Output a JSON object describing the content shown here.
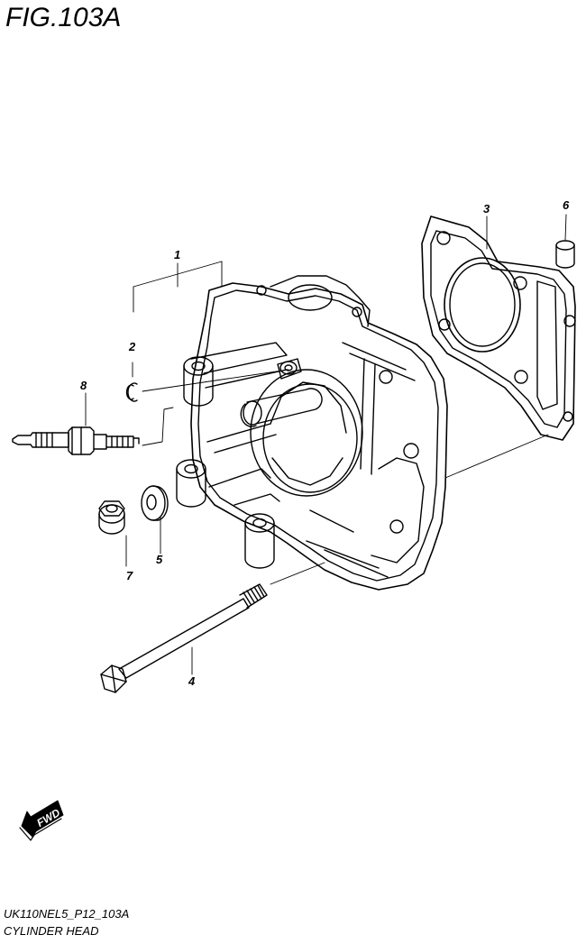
{
  "figure": {
    "title": "FIG.103A"
  },
  "callouts": [
    {
      "id": "part-1",
      "label": "1"
    },
    {
      "id": "part-2",
      "label": "2"
    },
    {
      "id": "part-3",
      "label": "3"
    },
    {
      "id": "part-4",
      "label": "4"
    },
    {
      "id": "part-5",
      "label": "5"
    },
    {
      "id": "part-6",
      "label": "6"
    },
    {
      "id": "part-7",
      "label": "7"
    },
    {
      "id": "part-8",
      "label": "8"
    }
  ],
  "fwd_arrow": {
    "label": "FWD",
    "icon": "fwd-arrow-icon"
  },
  "footer": {
    "code": "UK110NEL5_P12_103A",
    "name": "CYLINDER HEAD"
  }
}
